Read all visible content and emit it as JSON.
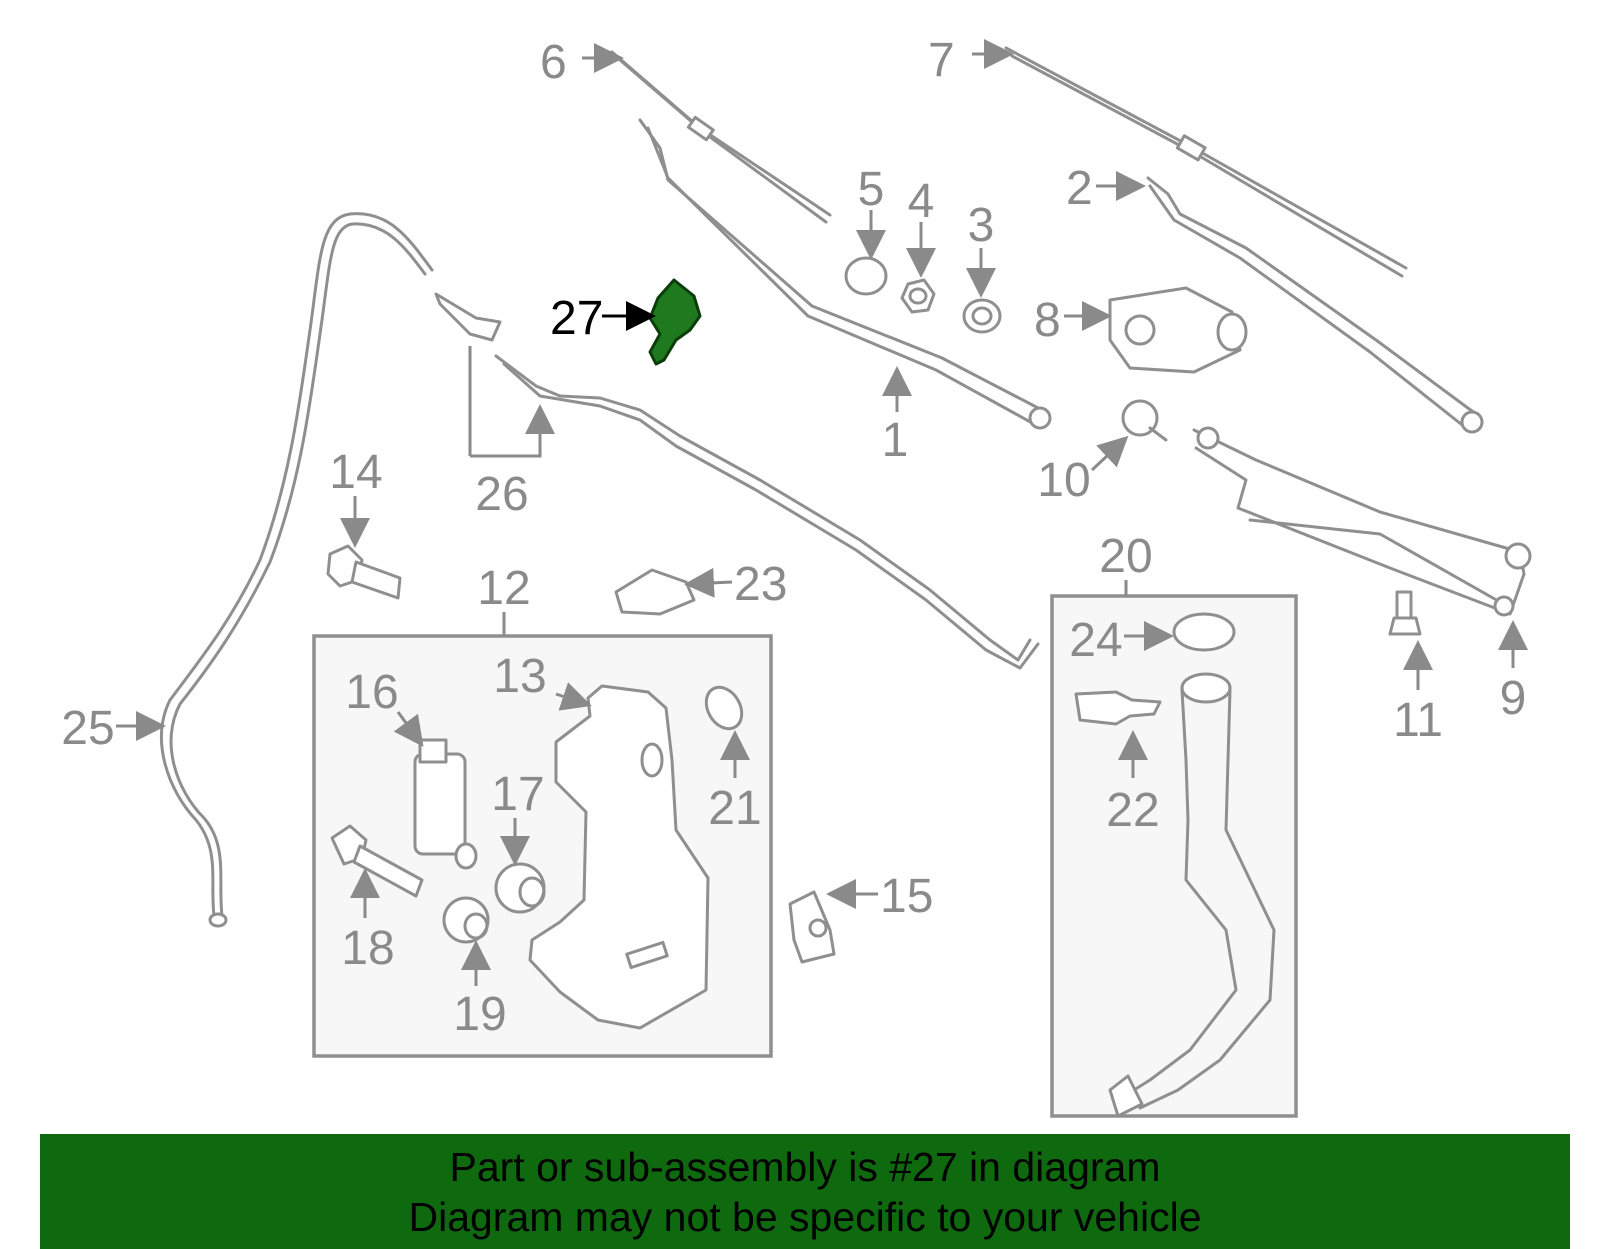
{
  "callouts": {
    "c1": "1",
    "c2": "2",
    "c3": "3",
    "c4": "4",
    "c5": "5",
    "c6": "6",
    "c7": "7",
    "c8": "8",
    "c9": "9",
    "c10": "10",
    "c11": "11",
    "c12": "12",
    "c13": "13",
    "c14": "14",
    "c15": "15",
    "c16": "16",
    "c17": "17",
    "c18": "18",
    "c19": "19",
    "c20": "20",
    "c21": "21",
    "c22": "22",
    "c23": "23",
    "c24": "24",
    "c25": "25",
    "c26": "26",
    "c27": "27"
  },
  "highlight": {
    "part_number": "27",
    "color": "#1f7a1f"
  },
  "banner": {
    "line1": "Part or sub-assembly is #27 in diagram",
    "line2": "Diagram may not be specific to your vehicle",
    "background": "#0f6a0f"
  }
}
